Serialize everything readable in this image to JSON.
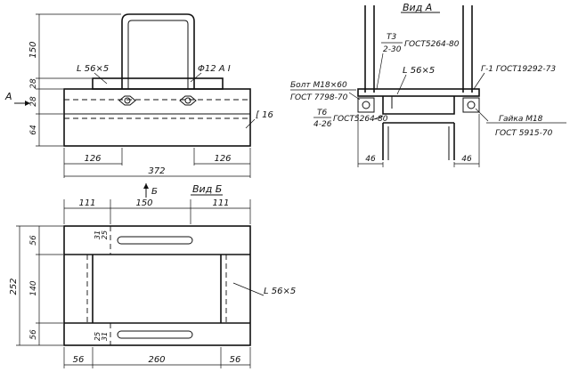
{
  "top_view": {
    "dims_vertical": [
      "150",
      "28",
      "28",
      "64"
    ],
    "angle_label": "L 56×5",
    "rod_label": "Φ12 A I",
    "channel_label": "[ 16",
    "arrow_A": "A",
    "dims_horizontal": [
      "126",
      "372",
      "126"
    ],
    "arrow_B": "Б"
  },
  "view_a": {
    "title": "Вид А",
    "weld_label_top": "Т3",
    "weld_label_bottom": "2-30",
    "weld_standard": "ГОСТ5264-80",
    "angle_label": "L 56×5",
    "pipe_standard": "Г-1 ГОСТ19292-73",
    "bolt_label": "Болт М18×60",
    "bolt_standard": "ГОСТ 7798-70",
    "weld2_top": "Т6",
    "weld2_bottom": "4-26",
    "weld2_standard": "ГОСТ5264-80",
    "nut_label": "Гайка М18",
    "nut_standard": "ГОСТ 5915-70",
    "dim_left": "46",
    "dim_right": "46"
  },
  "view_b": {
    "title": "Вид Б",
    "dims_top": [
      "111",
      "150",
      "111"
    ],
    "dims_left": [
      "56",
      "140",
      "56"
    ],
    "dim_total": "252",
    "dims_inner": [
      "31",
      "25",
      "25",
      "31"
    ],
    "angle_label": "L 56×5",
    "dims_bottom": [
      "56",
      "260",
      "56"
    ]
  }
}
